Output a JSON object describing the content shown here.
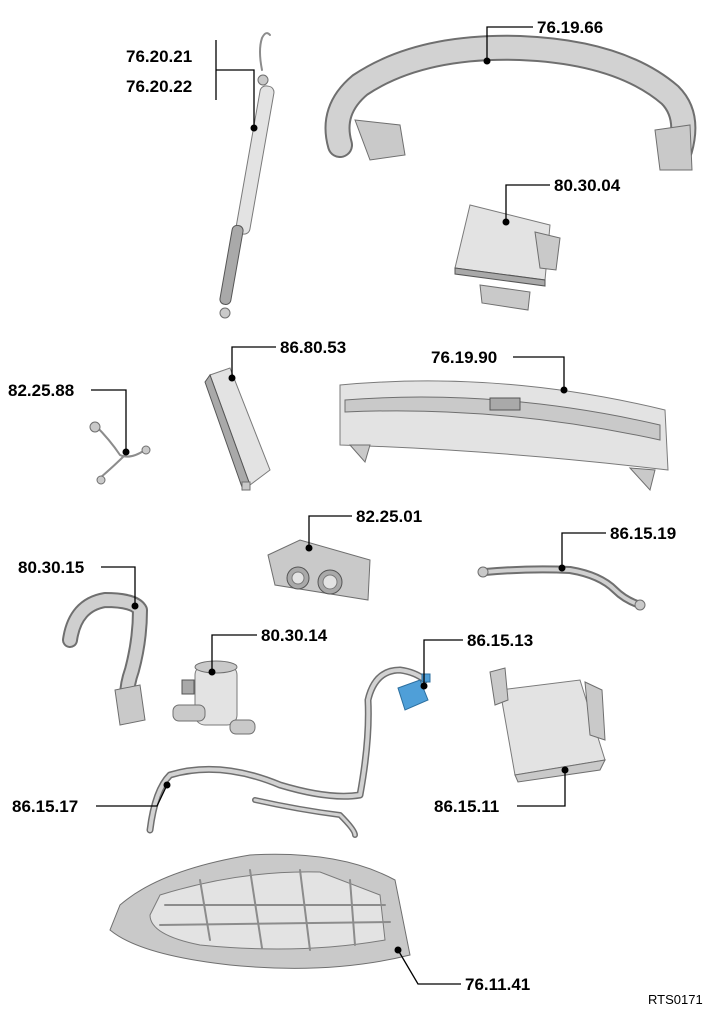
{
  "callouts": [
    {
      "id": "c1",
      "label": "76.20.21"
    },
    {
      "id": "c2",
      "label": "76.20.22"
    },
    {
      "id": "c3",
      "label": "76.19.66"
    },
    {
      "id": "c4",
      "label": "80.30.04"
    },
    {
      "id": "c5",
      "label": "86.80.53"
    },
    {
      "id": "c6",
      "label": "76.19.90"
    },
    {
      "id": "c7",
      "label": "82.25.88"
    },
    {
      "id": "c8",
      "label": "82.25.01"
    },
    {
      "id": "c9",
      "label": "86.15.19"
    },
    {
      "id": "c10",
      "label": "80.30.15"
    },
    {
      "id": "c11",
      "label": "80.30.14"
    },
    {
      "id": "c12",
      "label": "86.15.13"
    },
    {
      "id": "c13",
      "label": "86.15.17"
    },
    {
      "id": "c14",
      "label": "86.15.11"
    },
    {
      "id": "c15",
      "label": "76.11.41"
    }
  ],
  "reference_code": "RTS0171",
  "colors": {
    "part_fill": "#c9c9c9",
    "part_outline": "#6f6f6f",
    "highlight_part": "#4f9fd8",
    "leader_line": "#000000"
  }
}
